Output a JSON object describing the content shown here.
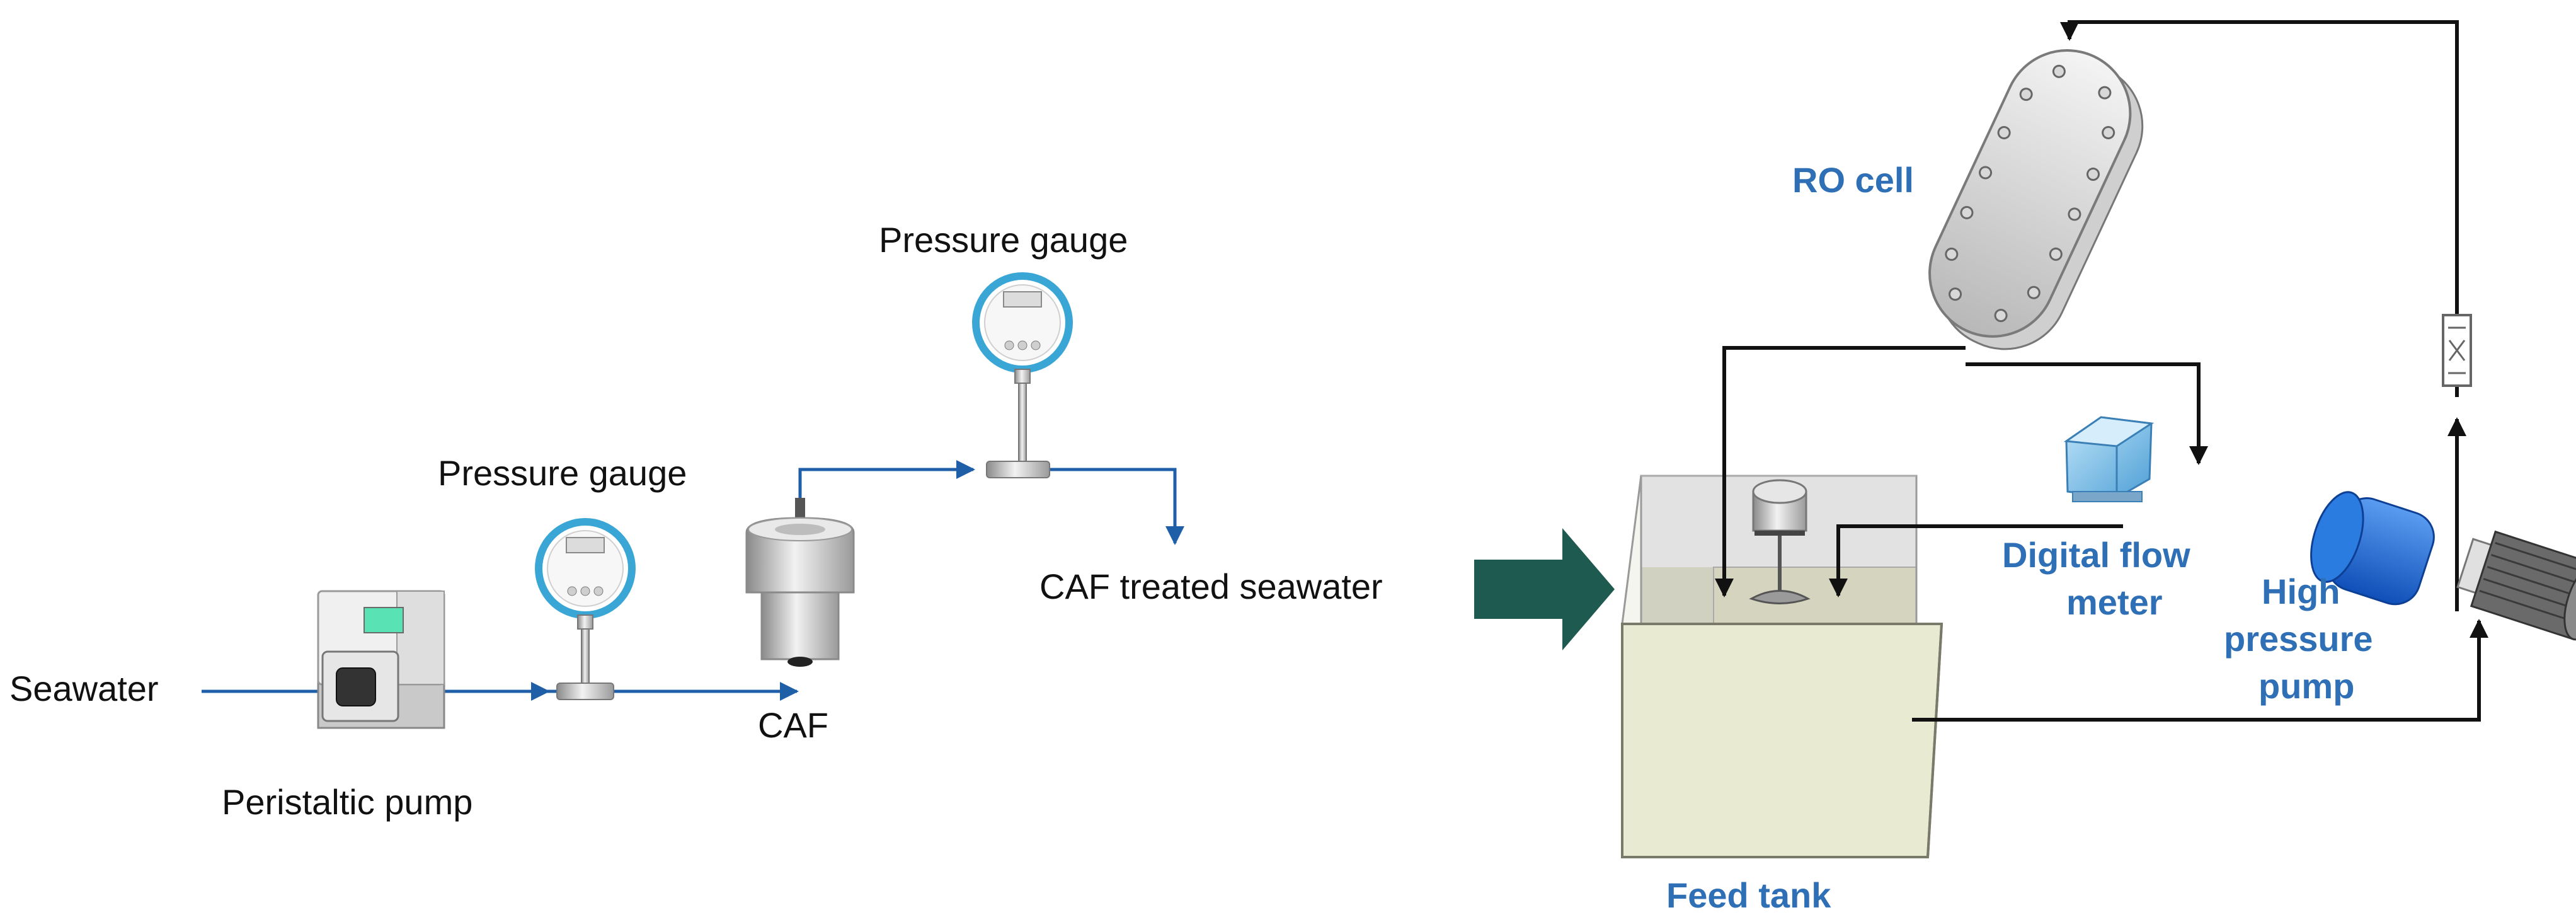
{
  "labels": {
    "seawater": "Seawater",
    "peristaltic_pump": "Peristaltic pump",
    "pressure_gauge_1": "Pressure gauge",
    "pressure_gauge_2": "Pressure gauge",
    "caf": "CAF",
    "caf_treated_seawater": "CAF treated seawater",
    "ro_cell": "RO cell",
    "digital_flow_meter_line1": "Digital flow",
    "digital_flow_meter_line2": "meter",
    "high_pressure_pump_line1": "High",
    "high_pressure_pump_line2": "pressure",
    "high_pressure_pump_line3": "pump",
    "feed_tank": "Feed tank"
  },
  "colors": {
    "left_pipe": "#1f5fa8",
    "right_pipe": "#111111",
    "arrow": "#1f5a50",
    "label_blue": "#2e6fb5",
    "gauge_ring": "#3aa6d6",
    "pump_blue": "#1f6fd0",
    "flow_meter_blue": "#7cc0e8",
    "tank_fill": "#e9ead2"
  },
  "icons": [
    "peristaltic-pump-icon",
    "pressure-gauge-icon",
    "caf-unit-icon",
    "ro-cell-icon",
    "flow-meter-icon",
    "high-pressure-pump-icon",
    "feed-tank-icon",
    "process-arrow-icon"
  ]
}
